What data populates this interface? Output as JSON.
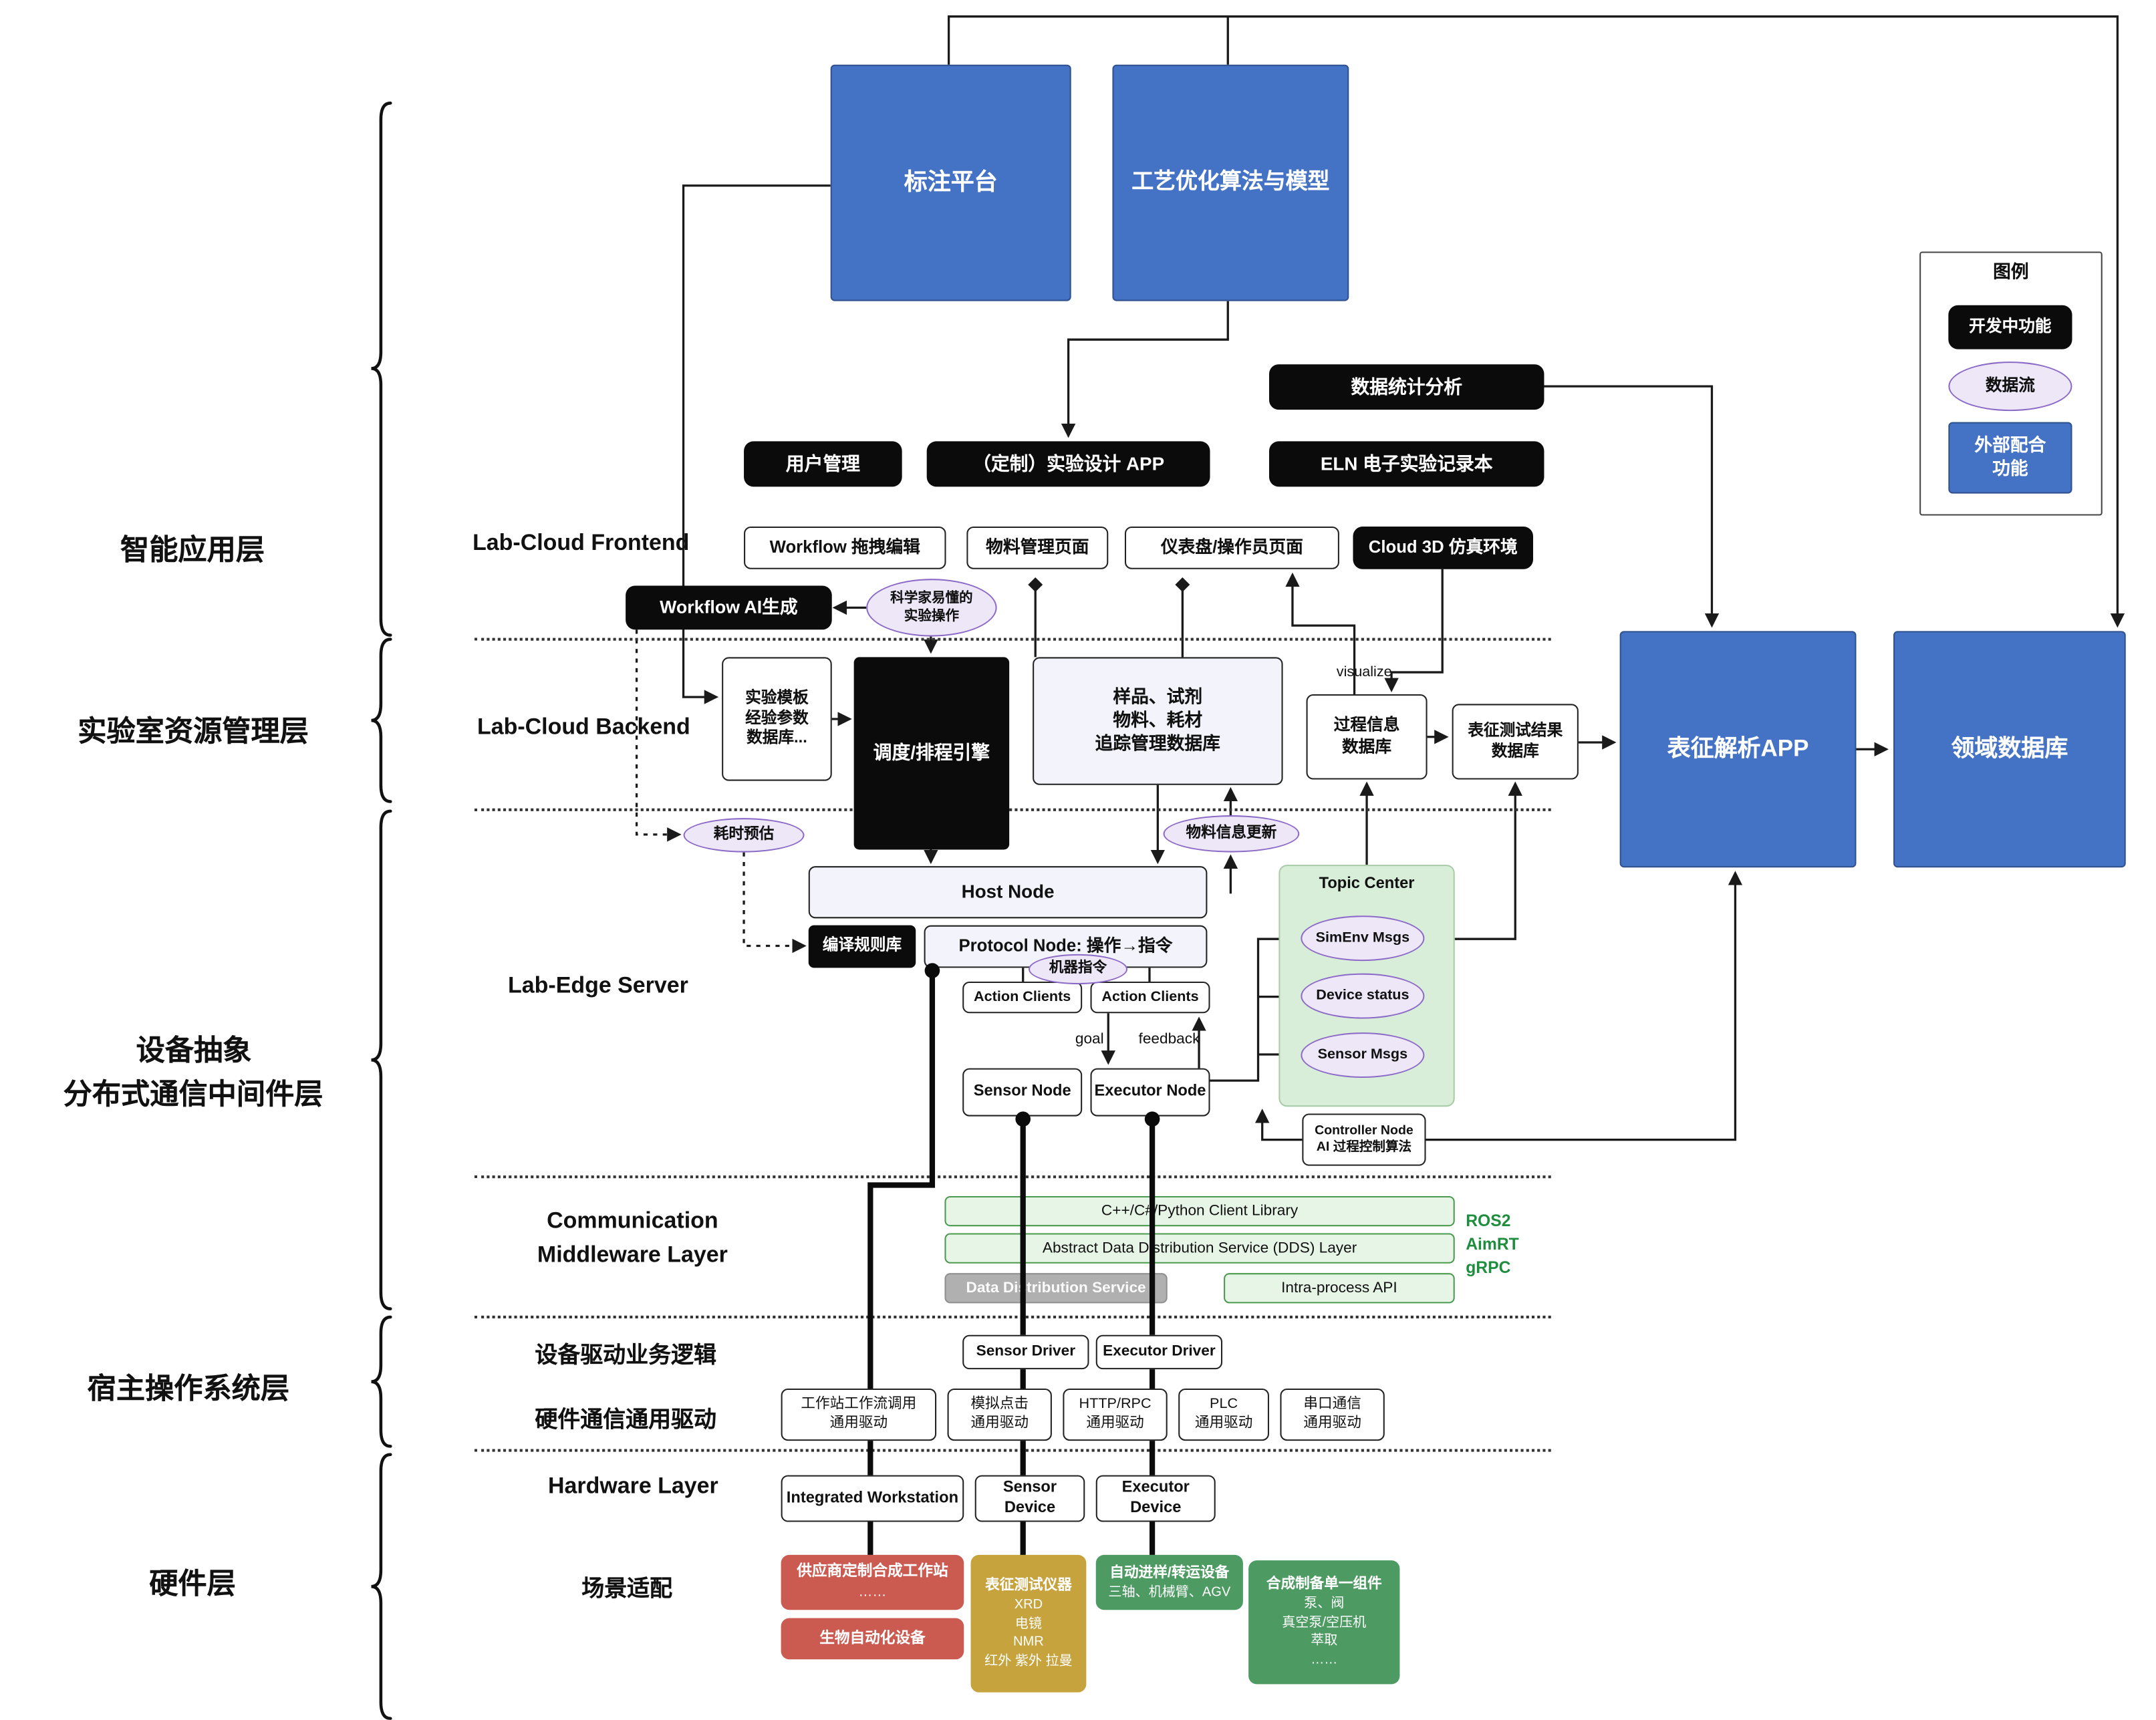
{
  "top": {
    "annotation_platform": "标注平台",
    "process_optimization": "工艺优化算法与模型"
  },
  "legend": {
    "title": "图例",
    "dev": "开发中功能",
    "flow": "数据流",
    "external": "外部配合\n功能"
  },
  "layer_labels": {
    "l1": "智能应用层",
    "l2": "实验室资源管理层",
    "l3a": "设备抽象",
    "l3b": "分布式通信中间件层",
    "l4": "宿主操作系统层",
    "l5": "硬件层"
  },
  "section_labels": {
    "frontend": "Lab-Cloud Frontend",
    "backend": "Lab-Cloud Backend",
    "edge": "Lab-Edge Server",
    "comm1": "Communication",
    "comm2": "Middleware Layer",
    "driver_logic": "设备驱动业务逻辑",
    "hw_comm": "硬件通信通用驱动",
    "hardware": "Hardware Layer",
    "scene": "场景适配"
  },
  "app_layer": {
    "data_stats": "数据统计分析",
    "user_mgmt": "用户管理",
    "exp_design_app": "（定制）实验设计 APP",
    "eln": "ELN 电子实验记录本",
    "workflow_edit": "Workflow 拖拽编辑",
    "material_page": "物料管理页面",
    "dashboard_page": "仪表盘/操作员页面",
    "cloud3d": "Cloud 3D 仿真环境",
    "workflow_ai": "Workflow AI生成",
    "sci_ops": "科学家易懂的\n实验操作"
  },
  "backend_layer": {
    "template_db": "实验模板\n经验参数\n数据库...",
    "scheduler": "调度/排程引擎",
    "sample_db": "样品、试剂\n物料、耗材\n追踪管理数据库",
    "process_db": "过程信息\n数据库",
    "char_result_db": "表征测试结果\n数据库",
    "visualize": "visualize",
    "char_app": "表征解析APP",
    "domain_db": "领域数据库",
    "time_estimate": "耗时预估",
    "material_update": "物料信息更新"
  },
  "edge_layer": {
    "host_node": "Host Node",
    "rule_lib": "编译规则库",
    "protocol_node": "Protocol Node: 操作→指令",
    "machine_cmd": "机器指令",
    "action_clients_1": "Action Clients",
    "action_clients_2": "Action Clients",
    "goal": "goal",
    "feedback": "feedback",
    "sensor_node": "Sensor Node",
    "executor_node": "Executor Node",
    "topic_center": "Topic Center",
    "simenv_msgs": "SimEnv Msgs",
    "device_status": "Device status",
    "sensor_msgs": "Sensor Msgs",
    "controller_node": "Controller Node\nAI 过程控制算法"
  },
  "comm_layer": {
    "client_lib": "C++/C#/Python Client Library",
    "dds_layer": "Abstract Data Distribution Service (DDS) Layer",
    "dds": "Data Distribution Service",
    "intra_api": "Intra-process API",
    "ros2": "ROS2",
    "aimrt": "AimRT",
    "grpc": "gRPC"
  },
  "os_layer": {
    "sensor_driver": "Sensor Driver",
    "executor_driver": "Executor Driver",
    "drv_workstation": "工作站工作流调用\n通用驱动",
    "drv_click": "模拟点击\n通用驱动",
    "drv_http": "HTTP/RPC\n通用驱动",
    "drv_plc": "PLC\n通用驱动",
    "drv_serial": "串口通信\n通用驱动"
  },
  "hardware_layer": {
    "workstation": "Integrated Workstation",
    "sensor_device": "Sensor Device",
    "executor_device": "Executor Device",
    "vendor_ws": {
      "title": "供应商定制合成工作站",
      "body": "……"
    },
    "bio_auto": "生物自动化设备",
    "char_instruments": {
      "title": "表征测试仪器",
      "body": "XRD\n电镜\nNMR\n红外 紫外 拉曼"
    },
    "transfer": {
      "title": "自动进样/转运设备",
      "body": "三轴、机械臂、AGV"
    },
    "synth_components": {
      "title": "合成制备单一组件",
      "body": "泵、阀\n真空泵/空压机\n萃取\n……"
    }
  }
}
